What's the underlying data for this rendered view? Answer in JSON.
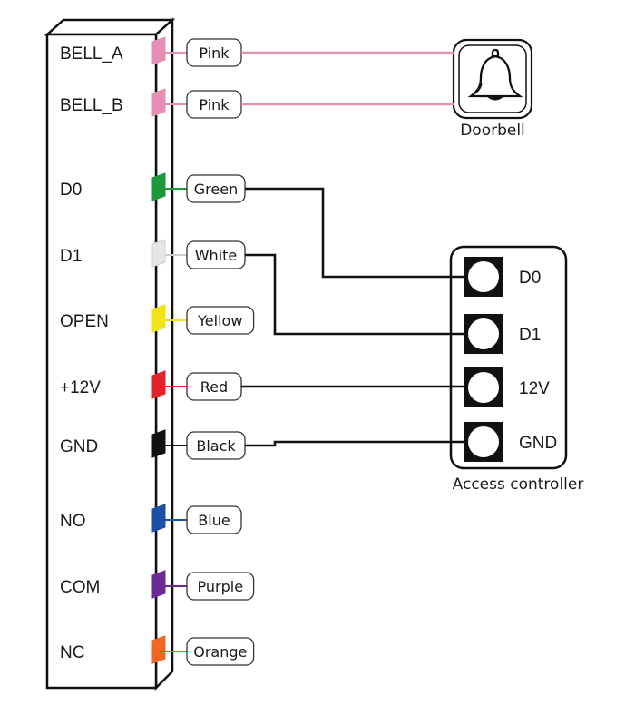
{
  "terminal_block": {
    "pins": [
      {
        "name": "BELL_A",
        "wire": "Pink",
        "color": "#e58fb5"
      },
      {
        "name": "BELL_B",
        "wire": "Pink",
        "color": "#e58fb5"
      },
      {
        "name": "D0",
        "wire": "Green",
        "color": "#1a9a3a"
      },
      {
        "name": "D1",
        "wire": "White",
        "color": "#e6e6e6"
      },
      {
        "name": "OPEN",
        "wire": "Yellow",
        "color": "#f2e21a"
      },
      {
        "name": "+12V",
        "wire": "Red",
        "color": "#e3222b"
      },
      {
        "name": "GND",
        "wire": "Black",
        "color": "#111111"
      },
      {
        "name": "NO",
        "wire": "Blue",
        "color": "#1b4fa8"
      },
      {
        "name": "COM",
        "wire": "Purple",
        "color": "#6c2a92"
      },
      {
        "name": "NC",
        "wire": "Orange",
        "color": "#f26522"
      }
    ]
  },
  "doorbell": {
    "caption": "Doorbell",
    "icon": "bell-icon"
  },
  "access_controller": {
    "caption": "Access controller",
    "terminals": [
      "D0",
      "D1",
      "12V",
      "GND"
    ]
  },
  "connections": [
    {
      "from": "BELL_A",
      "to": "Doorbell",
      "color": "#e58fb5"
    },
    {
      "from": "BELL_B",
      "to": "Doorbell",
      "color": "#e58fb5"
    },
    {
      "from": "D0",
      "to": "D0",
      "color": "#111111"
    },
    {
      "from": "D1",
      "to": "D1",
      "color": "#111111"
    },
    {
      "from": "+12V",
      "to": "12V",
      "color": "#111111"
    },
    {
      "from": "GND",
      "to": "GND",
      "color": "#111111"
    }
  ]
}
